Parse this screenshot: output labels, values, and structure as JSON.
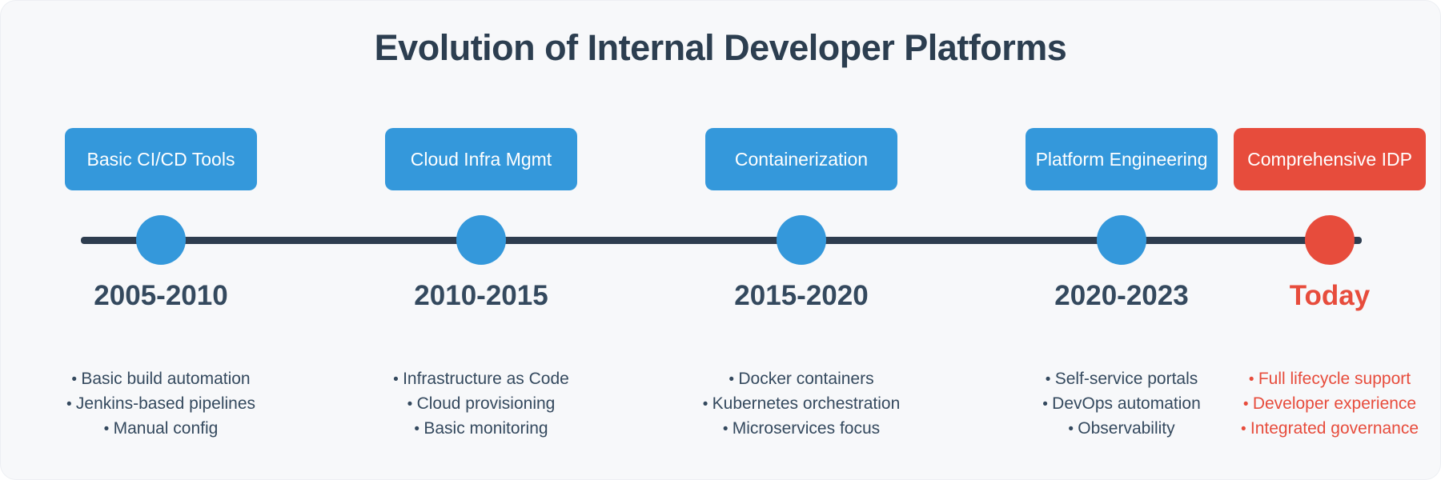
{
  "title": "Evolution of Internal Developer Platforms",
  "theme": {
    "blue": "#3498db",
    "red": "#e74c3c",
    "dark": "#2c3e50",
    "text": "#34495e",
    "line": "#2e3d4f",
    "card_bg": "#f7f8fa"
  },
  "stages": [
    {
      "label": "Basic CI/CD Tools",
      "period": "2005-2010",
      "highlight": false,
      "items": [
        "Basic build automation",
        "Jenkins-based pipelines",
        "Manual config"
      ]
    },
    {
      "label": "Cloud Infra Mgmt",
      "period": "2010-2015",
      "highlight": false,
      "items": [
        "Infrastructure as Code",
        "Cloud provisioning",
        "Basic monitoring"
      ]
    },
    {
      "label": "Containerization",
      "period": "2015-2020",
      "highlight": false,
      "items": [
        "Docker containers",
        "Kubernetes orchestration",
        "Microservices focus"
      ]
    },
    {
      "label": "Platform Engineering",
      "period": "2020-2023",
      "highlight": false,
      "items": [
        "Self-service portals",
        "DevOps automation",
        "Observability"
      ]
    },
    {
      "label": "Comprehensive IDP",
      "period": "Today",
      "highlight": true,
      "items": [
        "Full lifecycle support",
        "Developer experience",
        "Integrated governance"
      ]
    }
  ]
}
